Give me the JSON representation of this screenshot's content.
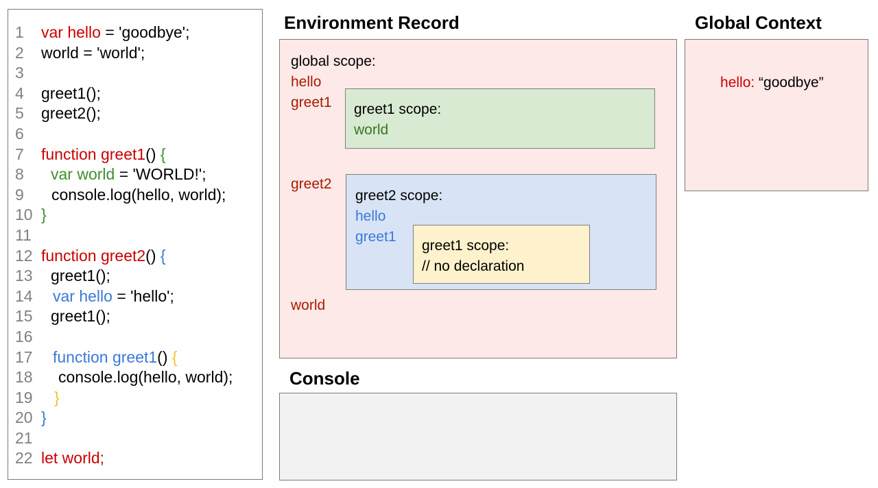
{
  "palette": {
    "red": "#cc0000",
    "darkred": "#a61c00",
    "green": "#3f8f2f",
    "darkgreen": "#38761d",
    "blue": "#3c78d8",
    "yellow": "#f1c232",
    "gray": "#808080",
    "pinkFill": "#fce9e8",
    "greenFill": "#d9ead3",
    "blueFill": "#d8e4f6",
    "yellowFill": "#fef2cc",
    "consoleFill": "#f2f2f2"
  },
  "code_panel": {
    "lines": [
      {
        "n": "1",
        "indent": 0,
        "tokens": [
          {
            "t": "var hello",
            "c": "red"
          },
          {
            "t": " = 'goodbye';",
            "c": "black"
          }
        ]
      },
      {
        "n": "2",
        "indent": 0,
        "tokens": [
          {
            "t": "world = 'world';",
            "c": "black"
          }
        ]
      },
      {
        "n": "3",
        "indent": 0,
        "tokens": []
      },
      {
        "n": "4",
        "indent": 0,
        "tokens": [
          {
            "t": "greet1();",
            "c": "black"
          }
        ]
      },
      {
        "n": "5",
        "indent": 0,
        "tokens": [
          {
            "t": "greet2();",
            "c": "black"
          }
        ]
      },
      {
        "n": "6",
        "indent": 0,
        "tokens": []
      },
      {
        "n": "7",
        "indent": 0,
        "tokens": [
          {
            "t": "function greet1",
            "c": "red"
          },
          {
            "t": "() ",
            "c": "black"
          },
          {
            "t": "{",
            "c": "green"
          }
        ]
      },
      {
        "n": "8",
        "indent": 14,
        "tokens": [
          {
            "t": "var world",
            "c": "green"
          },
          {
            "t": " = 'WORLD!';",
            "c": "black"
          }
        ]
      },
      {
        "n": "9",
        "indent": 15,
        "tokens": [
          {
            "t": "console.log(hello, world);",
            "c": "black"
          }
        ]
      },
      {
        "n": "10",
        "indent": 0,
        "tokens": [
          {
            "t": "}",
            "c": "green"
          }
        ]
      },
      {
        "n": "11",
        "indent": 0,
        "tokens": []
      },
      {
        "n": "12",
        "indent": 0,
        "tokens": [
          {
            "t": "function greet2",
            "c": "red"
          },
          {
            "t": "() ",
            "c": "black"
          },
          {
            "t": "{",
            "c": "blue"
          }
        ]
      },
      {
        "n": "13",
        "indent": 14,
        "tokens": [
          {
            "t": "greet1();",
            "c": "black"
          }
        ]
      },
      {
        "n": "14",
        "indent": 17,
        "tokens": [
          {
            "t": "var hello",
            "c": "blue"
          },
          {
            "t": " = 'hello';",
            "c": "black"
          }
        ]
      },
      {
        "n": "15",
        "indent": 14,
        "tokens": [
          {
            "t": "greet1();",
            "c": "black"
          }
        ]
      },
      {
        "n": "16",
        "indent": 0,
        "tokens": []
      },
      {
        "n": "17",
        "indent": 17,
        "tokens": [
          {
            "t": "function greet1",
            "c": "blue"
          },
          {
            "t": "() ",
            "c": "black"
          },
          {
            "t": "{",
            "c": "yellow"
          }
        ]
      },
      {
        "n": "18",
        "indent": 25,
        "tokens": [
          {
            "t": "console.log(hello, world);",
            "c": "black"
          }
        ]
      },
      {
        "n": "19",
        "indent": 19,
        "tokens": [
          {
            "t": "}",
            "c": "yellow"
          }
        ]
      },
      {
        "n": "20",
        "indent": 0,
        "tokens": [
          {
            "t": "}",
            "c": "blue"
          }
        ]
      },
      {
        "n": "21",
        "indent": 0,
        "tokens": []
      },
      {
        "n": "22",
        "indent": 0,
        "tokens": [
          {
            "t": "let world;",
            "c": "red"
          }
        ]
      }
    ]
  },
  "environment_record": {
    "title": "Environment Record",
    "global_scope_entries": [
      {
        "text": "global scope:",
        "color": "black"
      },
      {
        "text": "hello",
        "color": "darkred"
      },
      {
        "text": "greet1",
        "color": "darkred"
      }
    ],
    "label_greet2": {
      "text": "greet2",
      "color": "darkred"
    },
    "label_world": {
      "text": "world",
      "color": "darkred"
    },
    "greet1_box_entries": [
      {
        "text": "greet1 scope:",
        "color": "black"
      },
      {
        "text": "world",
        "color": "darkgreen"
      }
    ],
    "greet2_box_entries": [
      {
        "text": "greet2 scope:",
        "color": "black"
      },
      {
        "text": "hello",
        "color": "blue"
      },
      {
        "text": "greet1",
        "color": "blue"
      }
    ],
    "nested_greet1_box_entries": [
      {
        "text": "greet1 scope:",
        "color": "black"
      },
      {
        "text": "// no declaration",
        "color": "black"
      }
    ]
  },
  "global_context": {
    "title": "Global Context",
    "entry": {
      "name": "hello:",
      "value": " “goodbye”"
    }
  },
  "console": {
    "title": "Console"
  }
}
